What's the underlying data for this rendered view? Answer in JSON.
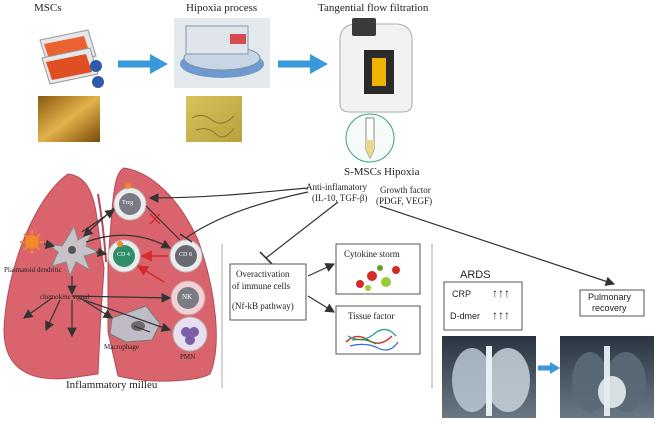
{
  "header": {
    "mscs_label": "MSCs",
    "hypoxia_label": "Hipoxia process",
    "tff_label": "Tangential flow filtration"
  },
  "center": {
    "smscs_title": "S-MSCs Hipoxia",
    "anti_inflammatory": "Anti-inflamatory",
    "anti_inflammatory_detail": "(IL-10, TGF-β)",
    "growth_factor": "Growth factor",
    "growth_factor_detail": "(PDGF, VEGF)"
  },
  "lungs": {
    "treg": "Treg",
    "cd4": "CD 4",
    "cd8": "CD 8",
    "nk": "NK",
    "pmn": "PMN",
    "macrophage": "Macrophage",
    "plasmacytoid": "Plasmatoid dendritic",
    "chemokine": "chemokine signal",
    "caption": "Inflammatory milleu"
  },
  "immune_box": {
    "line1": "Overactivation",
    "line2": "of immune cells",
    "line3": "(Nf-kB pathway)"
  },
  "cytokine_box": {
    "title": "Cytokine storm"
  },
  "tissue_box": {
    "title": "Tissue factor"
  },
  "ards": {
    "title": "ARDS",
    "crp": "CRP",
    "crp_arrows": "↑↑↑",
    "ddimer": "D-dmer",
    "ddimer_arrows": "↑↑↑"
  },
  "recovery": {
    "line1": "Pulmonary",
    "line2": "recovery"
  },
  "colors": {
    "lung": "#d9646e",
    "lung_dark": "#b44a55",
    "arrow_blue": "#3a9ad9",
    "treg_fill": "#7a7a84",
    "cd_fill": "#2e8f6a",
    "nk_fill": "#6a6a72",
    "pmn_fill": "#7b5fa8"
  }
}
